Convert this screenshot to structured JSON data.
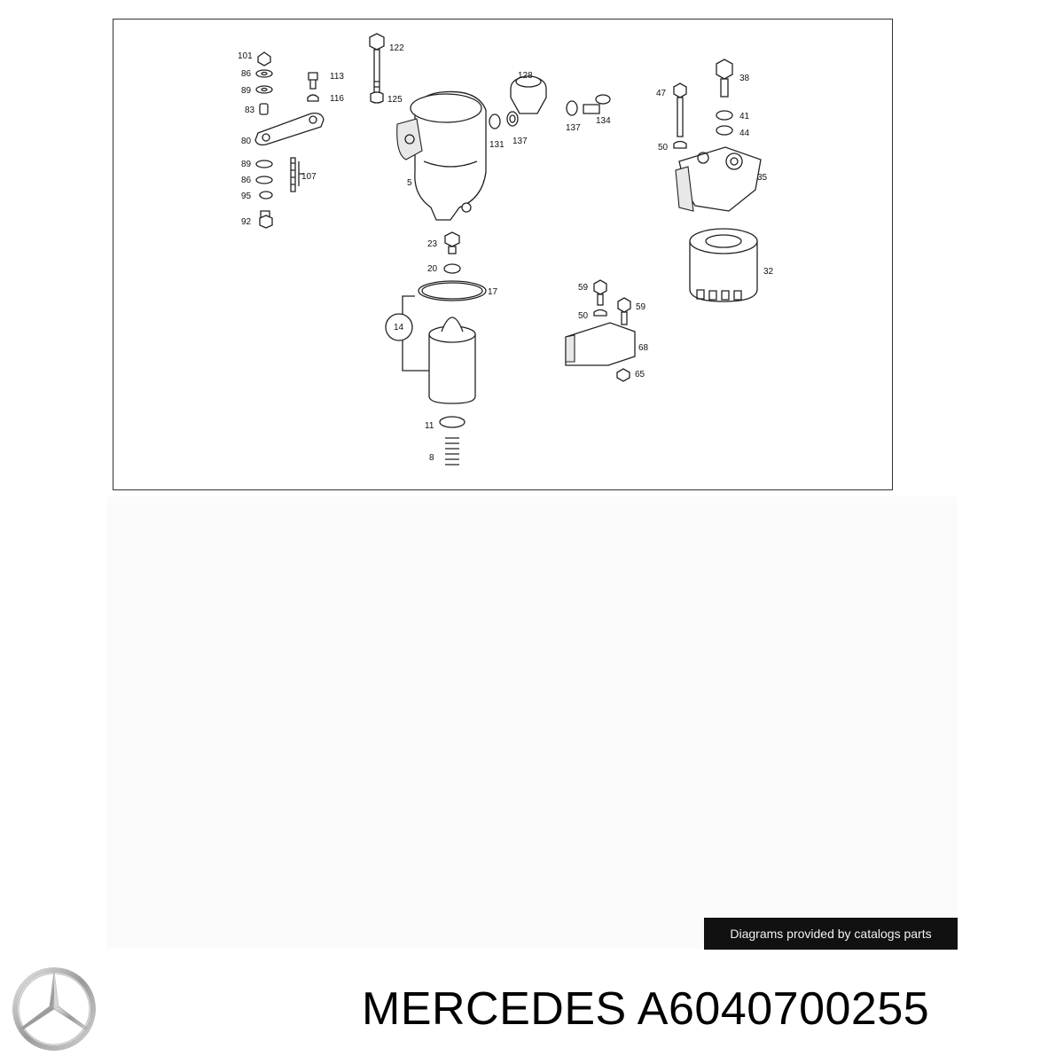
{
  "diagram": {
    "callouts": [
      "101",
      "86",
      "89",
      "83",
      "80",
      "89",
      "86",
      "95",
      "92",
      "113",
      "116",
      "107",
      "122",
      "125",
      "5",
      "128",
      "131",
      "137",
      "137",
      "134",
      "47",
      "50",
      "38",
      "41",
      "44",
      "35",
      "23",
      "20",
      "17",
      "14",
      "11",
      "8",
      "59",
      "50",
      "59",
      "68",
      "65",
      "32"
    ]
  },
  "footer": {
    "credit": "Diagrams provided by catalogs parts",
    "brand_name": "MERCEDES",
    "part_number": "A6040700255"
  },
  "logo": {
    "icon": "mercedes-star-icon"
  }
}
